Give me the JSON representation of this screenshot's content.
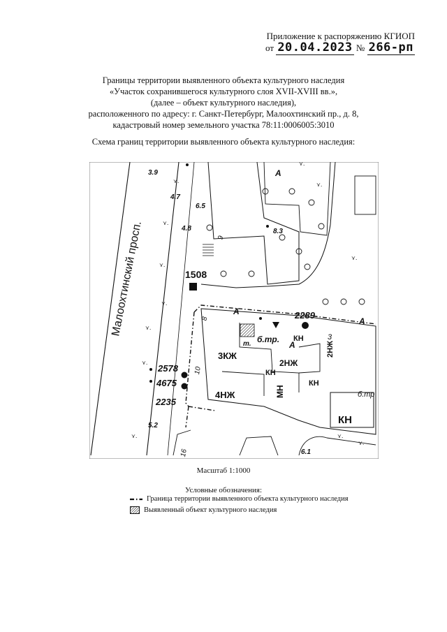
{
  "header": {
    "line1": "Приложение к распоряжению КГИОП",
    "date_prefix": "от",
    "date_value": "20.04.2023",
    "number_prefix": "№",
    "number_value": "266-рп"
  },
  "title_lines": [
    "Границы территории выявленного объекта культурного наследия",
    "«Участок сохранившегося культурного слоя XVII-XVIII вв.»,",
    "(далее – объект культурного наследия),",
    "расположенного по адресу: г. Санкт-Петербург, Малоохтинский пр., д. 8,",
    "кадастровый номер земельного участка 78:11:0006005:3010"
  ],
  "scheme_title": "Схема границ территории выявленного объекта культурного наследия:",
  "map": {
    "street_name": "Малоохтинский просп.",
    "labels": {
      "l39": "3.9",
      "l47": "4.7",
      "l48": "4.8",
      "l65": "6.5",
      "l83": "8.3",
      "l1508": "1508",
      "l2289": "2289",
      "l2578": "2578",
      "l4675": "4675",
      "l2235": "2235",
      "l52": "5.2",
      "l61": "6.1",
      "a1": "А",
      "a2": "А",
      "a3": "А",
      "a4": "А",
      "n9": "9",
      "n8": "8",
      "n10": "10",
      "n16": "16",
      "n3": "3",
      "b3kzh": "3КЖ",
      "b2nzh": "2НЖ",
      "b2nzh2": "2НЖ",
      "b4nzh": "4НЖ",
      "bmn": "МН",
      "bkn1": "КН",
      "bkn2": "КН",
      "bkn3": "КН",
      "bkn4": "КН",
      "btr": "б.тр.",
      "bt": "т.",
      "bb": "б.тр"
    }
  },
  "scale": "Масштаб 1:1000",
  "legend": {
    "title": "Условные обозначения:",
    "items": [
      "Граница территории выявленного объекта культурного наследия",
      "Выявленный объект культурного наследия"
    ]
  }
}
